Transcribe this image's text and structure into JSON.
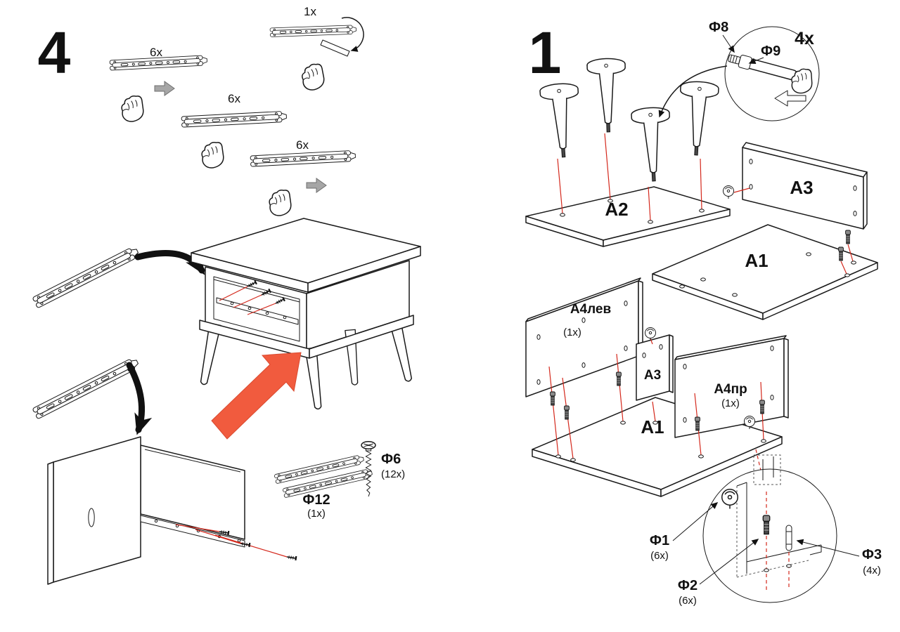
{
  "colors": {
    "line": "#1a1a1a",
    "callout_red": "#d4281c",
    "insert_arrow_salmon": "#f15b3e",
    "push_arrow_gray": "#a6a6a6",
    "background": "#ffffff"
  },
  "icons": {
    "hand": "grip-hand-icon",
    "gray_arrow": "push-direction-arrow",
    "black_arrow": "placement-arrow",
    "red_arrow": "insert-direction-arrow"
  },
  "step4": {
    "number": "4",
    "rail_top_qty": "6x",
    "rail_mid_qty": "6x",
    "rail_bottom_qty": "6x",
    "insert_detail_qty": "1x",
    "hardware": {
      "f6": {
        "label": "Ф6",
        "qty": "(12x)"
      },
      "f12": {
        "label": "Ф12",
        "qty": "(1x)"
      }
    }
  },
  "step1": {
    "number": "1",
    "leg_detail": {
      "f8": "Ф8",
      "f9": "Ф9",
      "qty": "4x"
    },
    "panels": {
      "a2": "A2",
      "a3_top": "A3",
      "a1_top": "A1",
      "a4_left": "A4лев",
      "a4_left_qty": "(1x)",
      "a3_mid": "A3",
      "a4_right": "A4пр",
      "a4_right_qty": "(1x)",
      "a1_bottom": "A1"
    },
    "hardware_detail": {
      "f1": {
        "label": "Ф1",
        "qty": "(6x)"
      },
      "f2": {
        "label": "Ф2",
        "qty": "(6x)"
      },
      "f3": {
        "label": "Ф3",
        "qty": "(4x)"
      }
    }
  }
}
